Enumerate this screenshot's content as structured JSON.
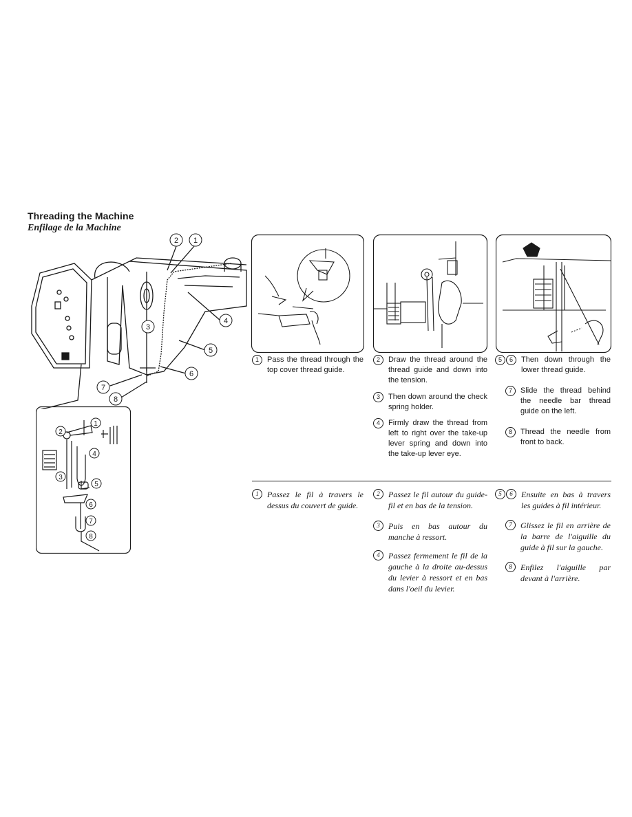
{
  "heading": {
    "title": "Threading the Machine",
    "subtitle": "Enfilage de la Machine"
  },
  "figure_callouts": [
    "1",
    "2",
    "3",
    "4",
    "5",
    "6",
    "7",
    "8"
  ],
  "steps_en": [
    {
      "num": "1",
      "text": "Pass the thread through the top cover thread guide."
    },
    {
      "num": "2",
      "text": "Draw the thread around the thread guide and down into the tension."
    },
    {
      "num": "3",
      "text": "Then down around the check spring holder."
    },
    {
      "num": "4",
      "text": "Firmly draw the thread from left to right over the take-up lever spring and down into the take-up lever eye."
    },
    {
      "num": "5",
      "num2": "6",
      "text": "Then down through the lower thread guide."
    },
    {
      "num": "7",
      "text": "Slide the thread behind the needle bar thread guide on the left."
    },
    {
      "num": "8",
      "text": "Thread the needle from front to back."
    }
  ],
  "steps_fr": [
    {
      "num": "1",
      "text": "Passez le fil à travers le dessus du couvert de guide."
    },
    {
      "num": "2",
      "text": "Passez le fil autour du guide-fil et en bas de la tension."
    },
    {
      "num": "3",
      "text": "Puis en bas autour du manche à ressort."
    },
    {
      "num": "4",
      "text": "Passez fermement le fil de la gauche à la droite au-dessus du levier à ressort et en bas dans l'oeil du levier."
    },
    {
      "num": "5",
      "num2": "6",
      "text": "Ensuite en bas à travers les guides à fil intérieur."
    },
    {
      "num": "7",
      "text": "Glissez le fil en arrière de la barre de l'aiguille du guide à fil sur la gauche."
    },
    {
      "num": "8",
      "text": "Enfilez l'aiguille par devant à l'arrière."
    }
  ],
  "colors": {
    "ink": "#1a1a1a",
    "paper": "#ffffff"
  }
}
